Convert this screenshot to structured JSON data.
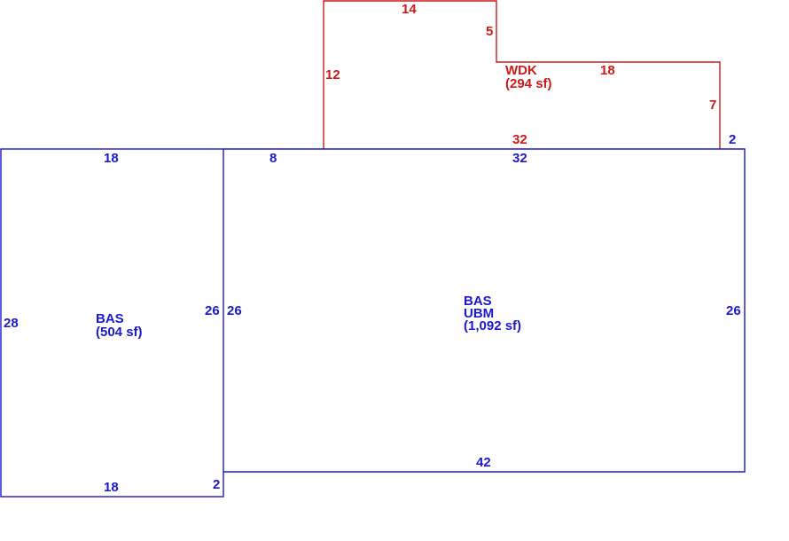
{
  "colors": {
    "main_structure": "#1a1acc",
    "deck": "#cc1a1a",
    "background": "#ffffff"
  },
  "left_section": {
    "code": "BAS",
    "area": "(504 sf)",
    "dims": {
      "top": "18",
      "bottom": "18",
      "left": "28",
      "right": "26",
      "bottom_right": "2"
    }
  },
  "main_section": {
    "code": "BAS",
    "code2": "UBM",
    "area": "(1,092 sf)",
    "dims": {
      "top_left": "8",
      "top": "32",
      "left": "26",
      "right": "26",
      "bottom": "42",
      "top_right": "2"
    }
  },
  "deck_section": {
    "code": "WDK",
    "area": "(294 sf)",
    "dims": {
      "top": "14",
      "notch": "5",
      "left": "12",
      "right_top": "18",
      "right": "7",
      "bottom": "32"
    }
  }
}
